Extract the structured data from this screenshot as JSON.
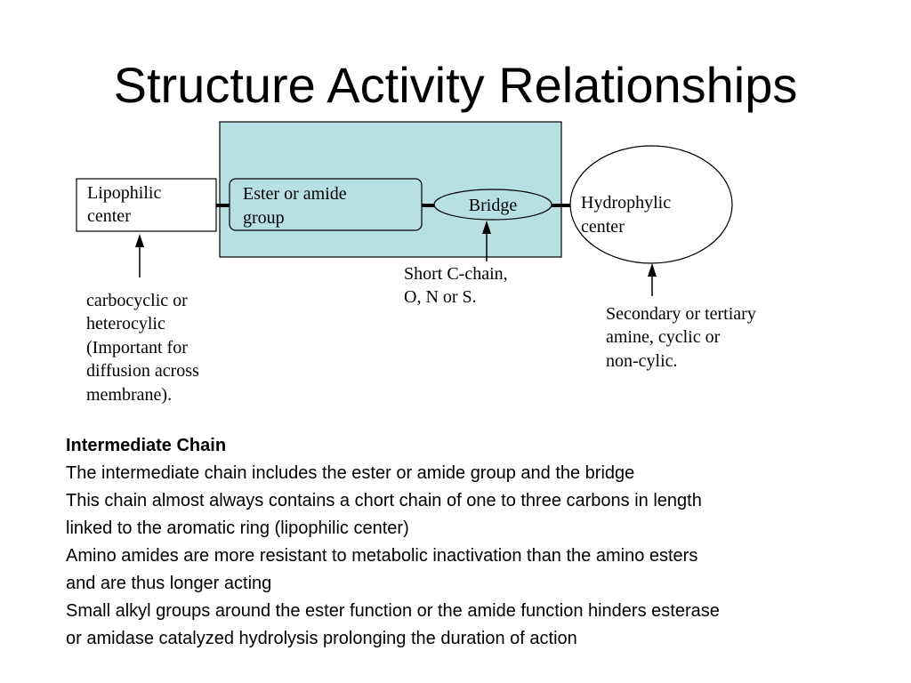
{
  "slide": {
    "title": "Structure Activity Relationships"
  },
  "diagram": {
    "colors": {
      "intermediate_region_fill": "#b8dfe2",
      "stroke": "#000000",
      "background": "#ffffff"
    },
    "lipophilic_center": {
      "line1": "Lipophilic",
      "line2": "center"
    },
    "ester_amide_group": {
      "line1": "Ester or amide",
      "line2": "group"
    },
    "bridge": {
      "label": "Bridge"
    },
    "hydrophilic_center": {
      "line1": "Hydrophylic",
      "line2": "center"
    },
    "bridge_note": {
      "line1": "Short C-chain,",
      "line2": "O, N or S."
    },
    "lipophilic_note": {
      "line1": "carbocyclic or",
      "line2": "heterocylic",
      "line3": "(Important for",
      "line4": "diffusion across",
      "line5": "membrane)."
    },
    "hydrophilic_note": {
      "line1": "Secondary or tertiary",
      "line2": "amine, cyclic or",
      "line3": "non-cylic."
    }
  },
  "notes": {
    "heading": "Intermediate Chain",
    "lines": [
      "The intermediate chain includes the ester or amide group and the bridge",
      "This chain almost always contains a chort chain of one to three carbons in length",
      "linked to the aromatic ring (lipophilic center)",
      "Amino amides are more resistant to metabolic inactivation than the amino esters",
      "and are thus longer acting",
      "Small alkyl groups around the ester function or the amide function hinders esterase",
      "or amidase catalyzed hydrolysis prolonging the duration of action"
    ]
  }
}
